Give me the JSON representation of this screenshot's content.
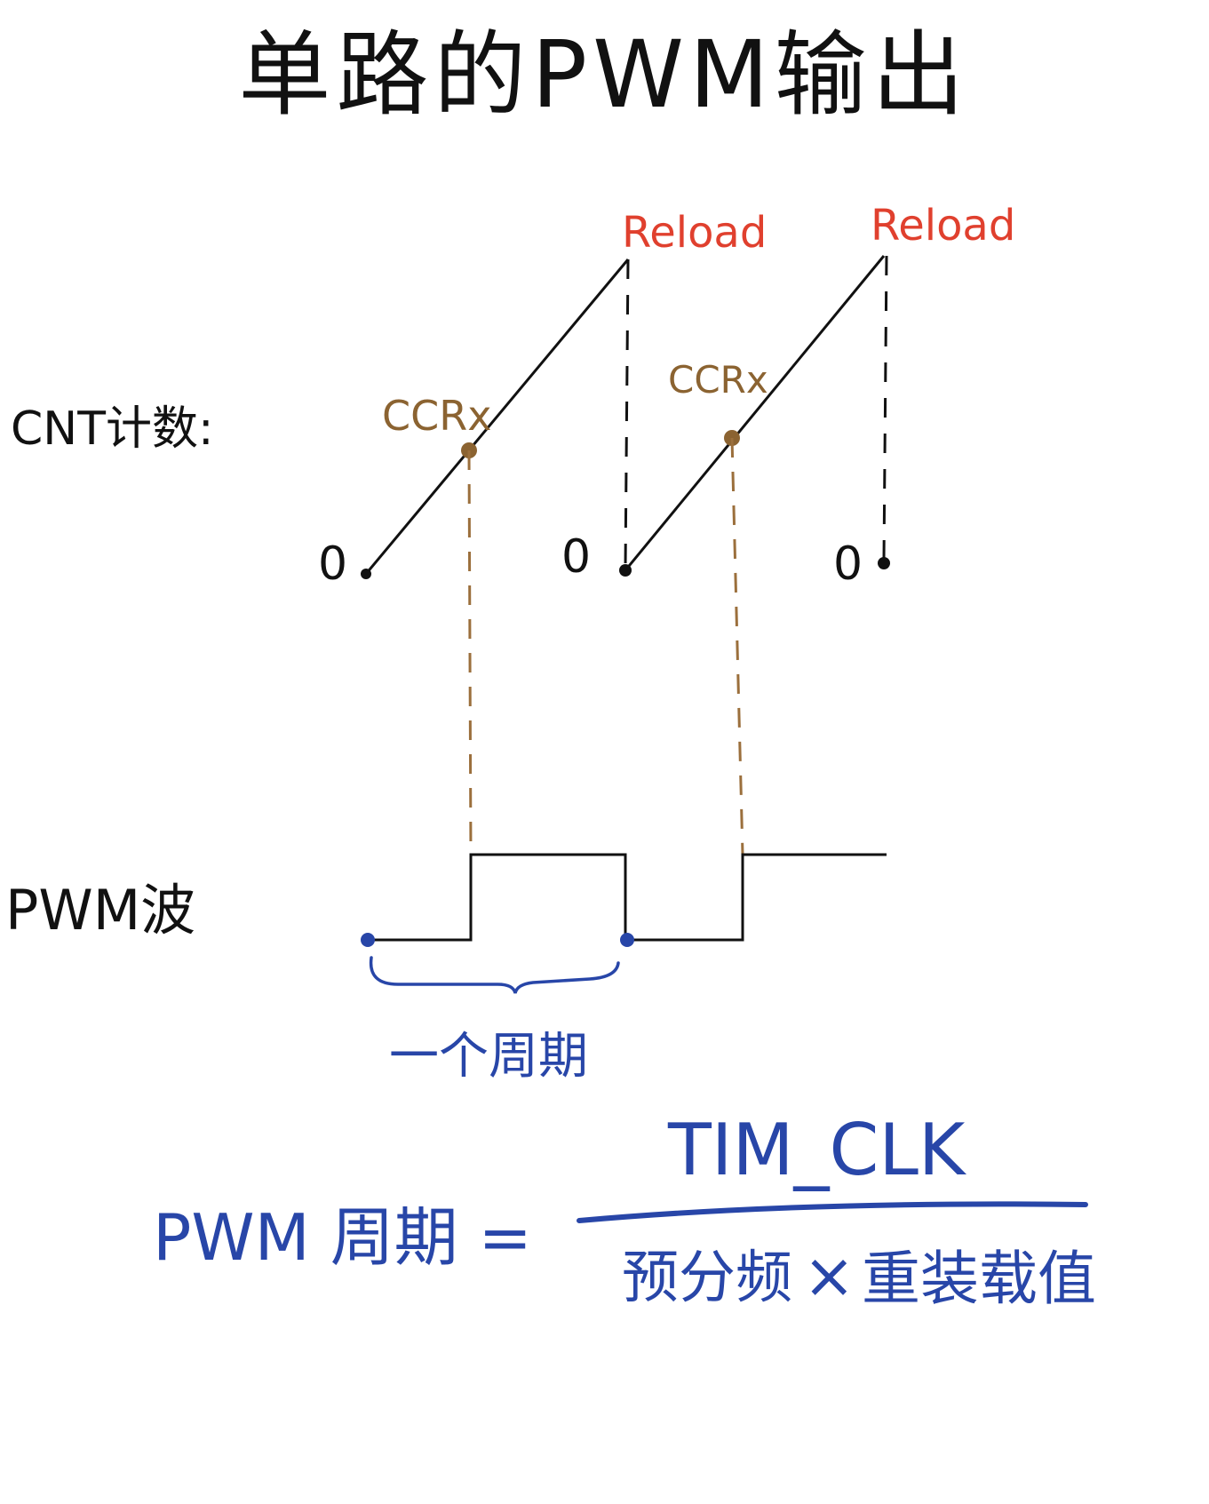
{
  "title": "单路的PWM输出",
  "labels": {
    "cnt": "CNT计数:",
    "pwm_wave": "PWM波",
    "reload_1": "Reload",
    "reload_2": "Reload",
    "ccrx_1": "CCRx",
    "ccrx_2": "CCRx",
    "zero_1": "0",
    "zero_2": "0",
    "zero_3": "0",
    "one_period": "一个周期"
  },
  "formula": {
    "lhs": "PWM 周期 =",
    "numerator": "TIM_CLK",
    "denominator_a": "预分频",
    "times": "×",
    "denominator_b": "重装载值"
  },
  "colors": {
    "ink": "#111111",
    "reload": "#e0402e",
    "ccrx": "#8b6331",
    "period": "#2846a8"
  }
}
